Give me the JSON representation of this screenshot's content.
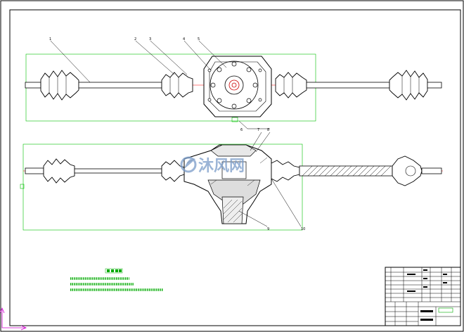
{
  "watermark": {
    "brand": "沐风网",
    "logo_icon": "mufeng-logo-icon",
    "color": "#7a9cc9"
  },
  "top_view_callouts": [
    "1",
    "2",
    "3",
    "4",
    "5"
  ],
  "bottom_view_callouts": [
    "6",
    "7",
    "8",
    "9",
    "10"
  ],
  "colors": {
    "line": "#000000",
    "construction": "#00c000",
    "axis": "#ff0000",
    "note": "#00aa00",
    "frame_mark": "#cc00cc"
  }
}
